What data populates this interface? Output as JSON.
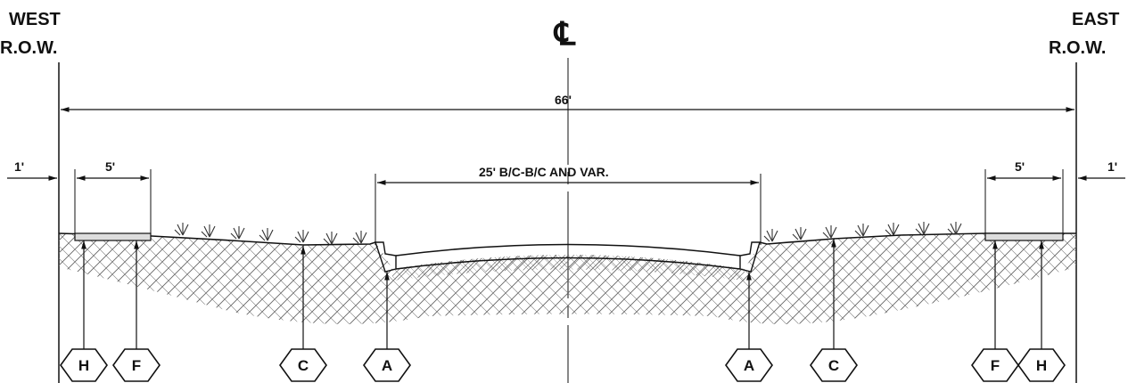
{
  "labels": {
    "west_row_line1": "WEST",
    "west_row_line2": "R.O.W.",
    "east_row_line1": "EAST",
    "east_row_line2": "R.O.W.",
    "centerline": "℄",
    "total_width": "66'",
    "roadway_width": "25' B/C-B/C AND VAR.",
    "left_offset": "1'",
    "right_offset": "1'",
    "left_sidewalk": "5'",
    "right_sidewalk": "5'"
  },
  "callouts": [
    "H",
    "F",
    "C",
    "A",
    "A",
    "C",
    "F",
    "H"
  ],
  "colors": {
    "ink": "#111111",
    "hatch": "#555555",
    "grass": "#333333"
  }
}
